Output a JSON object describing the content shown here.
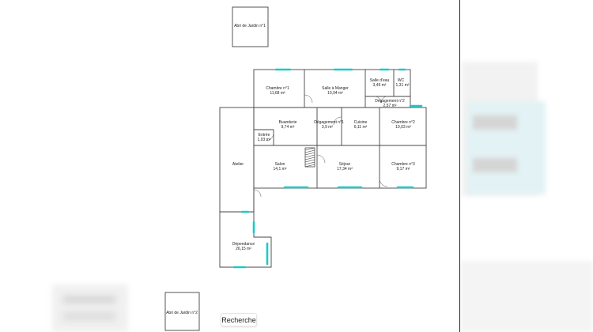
{
  "plan": {
    "rooms": [
      {
        "id": "abri-1",
        "name": "Abri de Jardin n°1",
        "area": ""
      },
      {
        "id": "abri-2",
        "name": "Abri de Jardin n°2",
        "area": ""
      },
      {
        "id": "chambre-1",
        "name": "Chambre n°1",
        "area": "11,68 m²"
      },
      {
        "id": "salle-a-manger",
        "name": "Salle à Manger",
        "area": "10,94 m²"
      },
      {
        "id": "salle-d-eau",
        "name": "Salle d'eau",
        "area": "3,49 m²"
      },
      {
        "id": "wc",
        "name": "WC",
        "area": "1,31 m²"
      },
      {
        "id": "degagement-2",
        "name": "Dégagement n°2",
        "area": "2,57 m²"
      },
      {
        "id": "buanderie",
        "name": "Buanderie",
        "area": "9,74 m²"
      },
      {
        "id": "degagement-1",
        "name": "Dégagement n°1",
        "area": "3,9 m²"
      },
      {
        "id": "cuisine",
        "name": "Cuisine",
        "area": "6,11 m²"
      },
      {
        "id": "chambre-2",
        "name": "Chambre n°2",
        "area": "10,03 m²"
      },
      {
        "id": "entree",
        "name": "Entrée",
        "area": "1,93 m²"
      },
      {
        "id": "atelier",
        "name": "Atelier",
        "area": ""
      },
      {
        "id": "salon",
        "name": "Salon",
        "area": "14,1 m²"
      },
      {
        "id": "sejour",
        "name": "Séjour",
        "area": "17,34 m²"
      },
      {
        "id": "chambre-3",
        "name": "Chambre n°3",
        "area": "9,17 m²"
      },
      {
        "id": "dependance",
        "name": "Dépendance",
        "area": "26,15 m²"
      }
    ]
  },
  "ui": {
    "search_button": "Recherche"
  }
}
